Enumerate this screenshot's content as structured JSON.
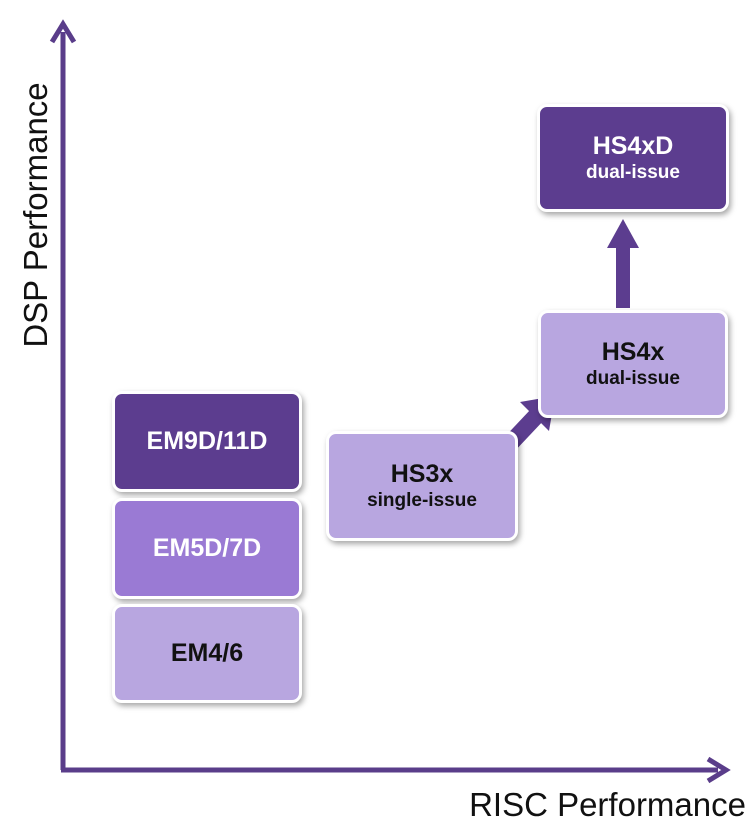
{
  "axes": {
    "x_label": "RISC Performance",
    "y_label": "DSP Performance",
    "color": "#5a3d8a"
  },
  "colors": {
    "dark": "#5c3d8f",
    "medium": "#9a7ad4",
    "light": "#b8a6e0",
    "text_dark_bg": "#ffffff",
    "text_light_bg": "#111111"
  },
  "boxes": {
    "em9d": {
      "title": "EM9D/11D",
      "style": "dark"
    },
    "em5d": {
      "title": "EM5D/7D",
      "style": "medium"
    },
    "em4": {
      "title": "EM4/6",
      "style": "light"
    },
    "hs3x": {
      "title": "HS3x",
      "subtitle": "single-issue",
      "style": "light"
    },
    "hs4x": {
      "title": "HS4x",
      "subtitle": "dual-issue",
      "style": "light"
    },
    "hs4xd": {
      "title": "HS4xD",
      "subtitle": "dual-issue",
      "style": "dark"
    }
  }
}
